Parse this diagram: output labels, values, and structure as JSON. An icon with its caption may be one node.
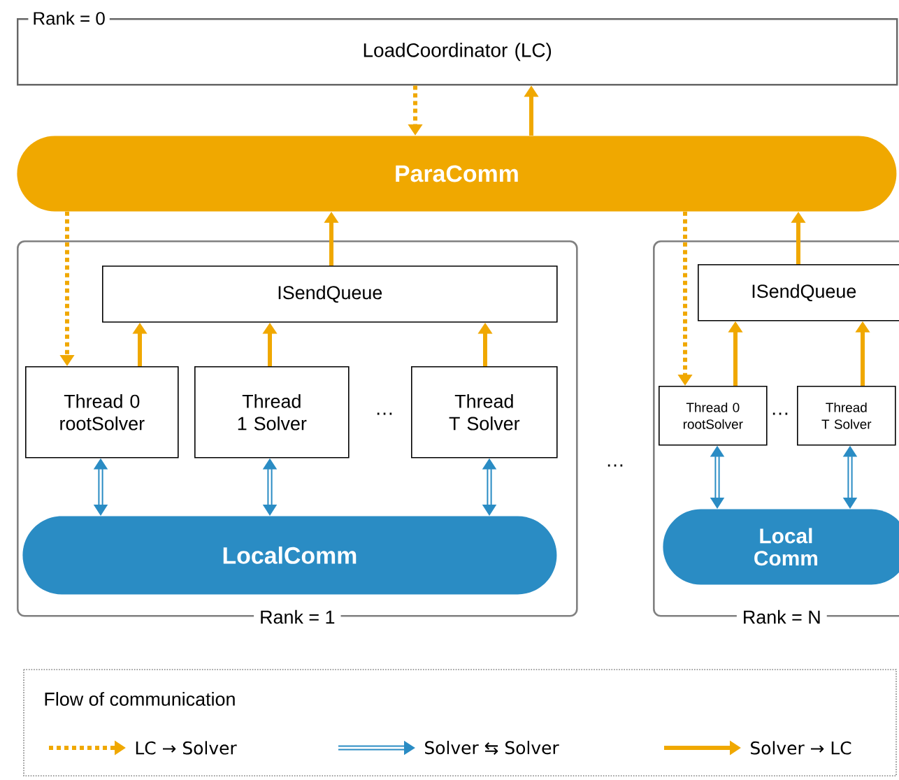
{
  "diagram": {
    "nodes": [
      {
        "text": [
          "Rank = 0",
          "LoadCoordinator (LC)"
        ]
      },
      {
        "text": [
          "ParaComm"
        ]
      },
      {
        "text": [
          "Rank = 1"
        ]
      },
      {
        "text": [
          "ISendQueue"
        ],
        "in": 2
      },
      {
        "text": [
          "Thread 0 rootSolver"
        ],
        "in": 2
      },
      {
        "text": [
          "Thread 1 Solver"
        ],
        "in": 2
      },
      {
        "text": [
          "Thread T Solver"
        ],
        "in": 2
      },
      {
        "text": [
          "LocalComm"
        ],
        "in": 2
      },
      {
        "text": [
          "Rank = N"
        ]
      },
      {
        "text": [
          "ISendQueue"
        ],
        "in": 8
      },
      {
        "text": [
          "Thread 0 rootSolver"
        ],
        "in": 8
      },
      {
        "text": [
          "Thread T Solver"
        ],
        "in": 8
      },
      {
        "text": [
          "Local Comm"
        ],
        "in": 8
      }
    ],
    "edges": [
      {
        "from": 0,
        "to": 1,
        "arrow": "to",
        "style": "dashed"
      },
      {
        "from": 1,
        "to": 0,
        "arrow": "to"
      },
      {
        "from": 1,
        "to": 4,
        "arrow": "to",
        "style": "dashed"
      },
      {
        "from": 3,
        "to": 1,
        "arrow": "to"
      },
      {
        "from": 4,
        "to": 3,
        "arrow": "to"
      },
      {
        "from": 5,
        "to": 3,
        "arrow": "to"
      },
      {
        "from": 6,
        "to": 3,
        "arrow": "to"
      },
      {
        "from": 4,
        "to": 7,
        "arrow": "both",
        "color": "#2a8cc4"
      },
      {
        "from": 5,
        "to": 7,
        "arrow": "both",
        "color": "#2a8cc4"
      },
      {
        "from": 6,
        "to": 7,
        "arrow": "both",
        "color": "#2a8cc4"
      },
      {
        "from": 1,
        "to": 10,
        "arrow": "to",
        "style": "dashed"
      },
      {
        "from": 9,
        "to": 1,
        "arrow": "to"
      },
      {
        "from": 10,
        "to": 9,
        "arrow": "to"
      },
      {
        "from": 11,
        "to": 9,
        "arrow": "to"
      },
      {
        "from": 10,
        "to": 12,
        "arrow": "both",
        "color": "#2a8cc4"
      },
      {
        "from": 11,
        "to": 12,
        "arrow": "both",
        "color": "#2a8cc4"
      }
    ],
    "labels": [
      "…",
      "…",
      "…",
      "Flow of communication"
    ],
    "legend": [
      {
        "text": "LC → Solver"
      },
      {
        "text": "Solver ⇆ Solver"
      },
      {
        "text": "Solver → LC"
      }
    ]
  }
}
